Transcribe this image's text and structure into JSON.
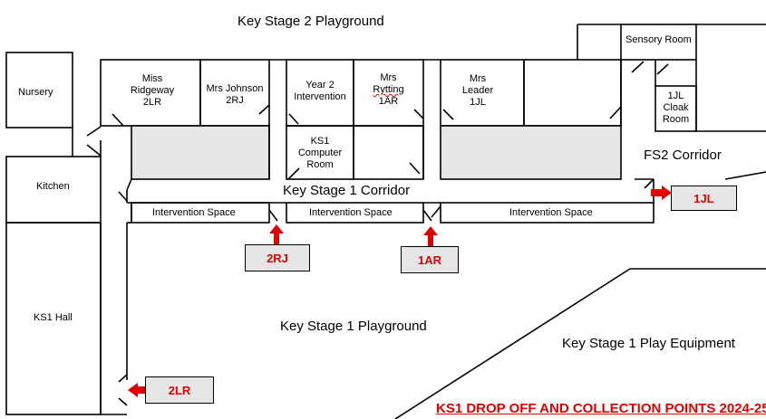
{
  "map": {
    "title": "KS1 DROP OFF AND COLLECTION POINTS 2024-25",
    "areas": {
      "ks2_playground": "Key Stage 2 Playground",
      "ks1_corridor": "Key Stage 1 Corridor",
      "ks1_playground": "Key Stage 1 Playground",
      "ks1_play_equipment": "Key Stage 1 Play Equipment",
      "fs2_corridor": "FS2 Corridor"
    },
    "rooms": {
      "nursery": "Nursery",
      "kitchen": "Kitchen",
      "ks1_hall": "KS1 Hall",
      "miss_ridgeway": [
        "Miss",
        "Ridgeway",
        "2LR"
      ],
      "mrs_johnson": [
        "Mrs Johnson",
        "2RJ"
      ],
      "year2_intervention": [
        "Year 2",
        "Intervention"
      ],
      "mrs_rytting": [
        "Mrs",
        "Rytting",
        "1AR"
      ],
      "mrs_leader": [
        "Mrs",
        "Leader",
        "1JL"
      ],
      "ks1_computer_room": [
        "KS1",
        "Computer",
        "Room"
      ],
      "sensory_room": "Sensory Room",
      "jl_cloak_room": [
        "1JL",
        "Cloak",
        "Room"
      ],
      "intervention_space": "Intervention Space"
    },
    "drop_points": [
      "2RJ",
      "1AR",
      "1JL",
      "2LR"
    ],
    "colors": {
      "accent_red": "#e00000",
      "point_fill": "#e6e6e6",
      "shaded_room": "#e6e6e6"
    }
  }
}
